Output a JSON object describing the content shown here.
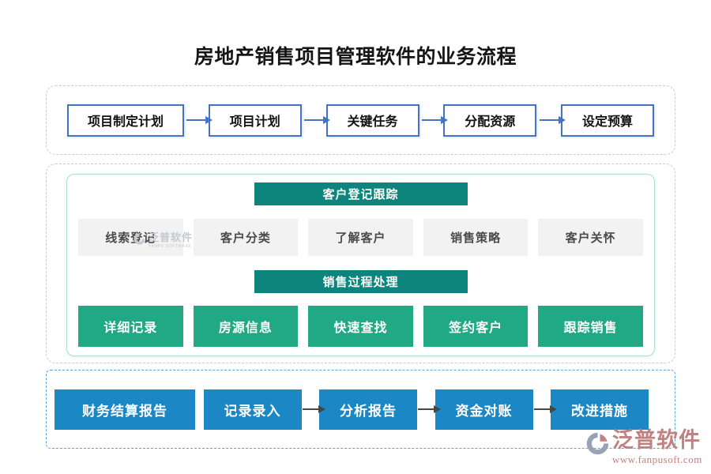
{
  "title": "房地产销售项目管理软件的业务流程",
  "planning_flow": {
    "steps": [
      "项目制定计划",
      "项目计划",
      "关键任务",
      "分配资源",
      "设定预算"
    ]
  },
  "customer_section": {
    "header1": "客户登记跟踪",
    "tracking_steps": [
      "线索登记",
      "客户分类",
      "了解客户",
      "销售策略",
      "客户关怀"
    ],
    "header2": "销售过程处理",
    "process_steps": [
      "详细记录",
      "房源信息",
      "快速查找",
      "签约客户",
      "跟踪销售"
    ]
  },
  "finance_flow": {
    "steps": [
      "财务结算报告",
      "记录录入",
      "分析报告",
      "资金对账",
      "改进措施"
    ]
  },
  "watermark": {
    "text": "泛普软件",
    "subtext": "FANPU SOFTWARE"
  },
  "brand": {
    "text": "泛普软件",
    "url": "www.fanpusoft.com"
  },
  "icons": {
    "arrow-right-icon": "→",
    "fanpu-logo-icon": "g-swirl"
  },
  "colors": {
    "accent-blue": "#4472C4",
    "container-dash": "#CBCBCB",
    "inner-border": "#AEDCD3",
    "teal-header": "#0E857C",
    "gray-box": "#F2F2F2",
    "green-box": "#21A884",
    "blue-box": "#1B87C4",
    "finance-dash": "#58A3DA",
    "arrow-dark": "#474747",
    "watermark-gray": "#C3CAD0",
    "logo-rose": "#C08181"
  }
}
